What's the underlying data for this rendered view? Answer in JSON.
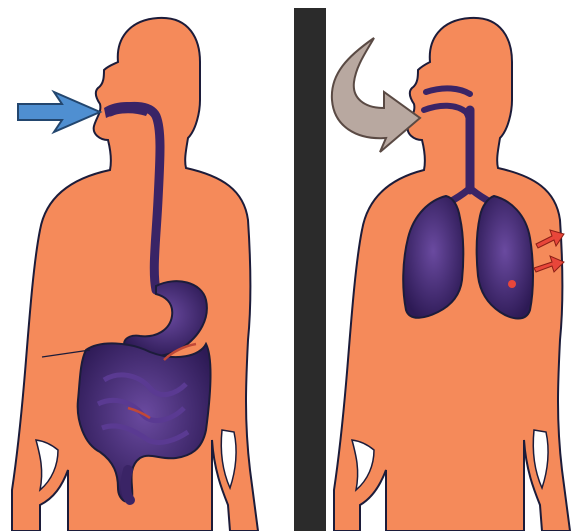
{
  "panels": [
    {
      "system": "digestive",
      "entry_arrow": {
        "direction": "in",
        "icon": "arrow-right-icon"
      },
      "organs": [
        "esophagus",
        "stomach",
        "small-intestine",
        "large-intestine"
      ]
    },
    {
      "system": "respiratory",
      "entry_arrow": {
        "direction": "in",
        "icon": "curved-arrow-icon"
      },
      "organs": [
        "trachea",
        "left-lung",
        "right-lung"
      ],
      "exit_arrows": 2
    }
  ],
  "colors": {
    "skin": "#f58a5a",
    "outline": "#1c1c3a",
    "organ": "#4a2a78",
    "organ_dark": "#2d1a55",
    "divider": "#2b2b2b",
    "digestive_arrow": "#4f8fd1",
    "respiratory_arrow": "#b8a8a0",
    "small_arrows": "#e8463a"
  }
}
